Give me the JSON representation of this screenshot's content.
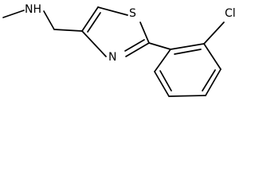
{
  "molecule": {
    "atoms": {
      "nh": "NH",
      "s": "S",
      "n": "N",
      "cl": "Cl"
    },
    "colors": {
      "bond": "#000000",
      "label": "#000000",
      "background": "#ffffff"
    }
  }
}
